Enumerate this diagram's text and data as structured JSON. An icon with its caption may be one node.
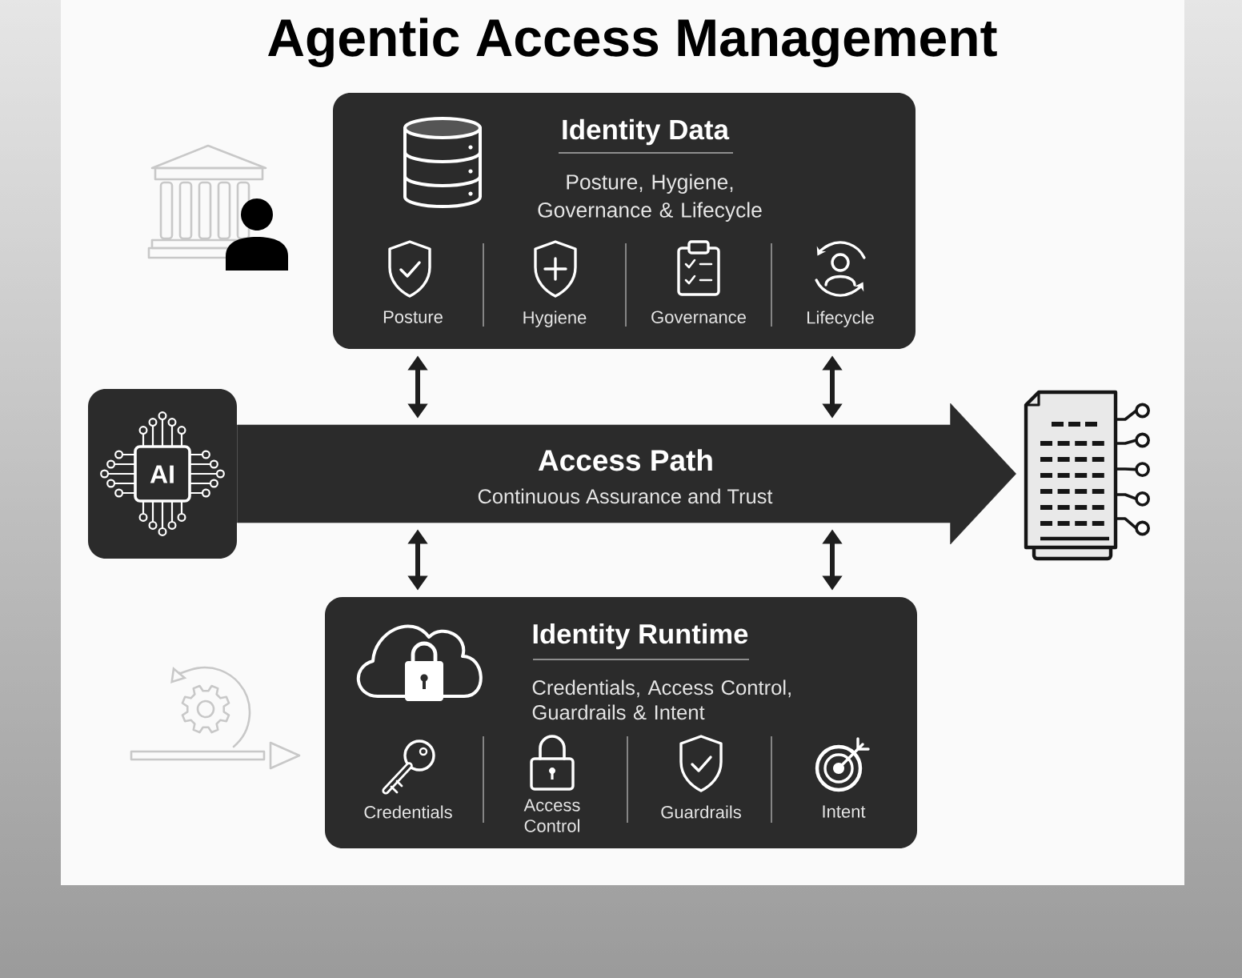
{
  "diagram": {
    "title": "Agentic Access Management",
    "nodes": [
      {
        "text": [
          "Identity Data",
          "Posture, Hygiene, Governance & Lifecycle"
        ]
      },
      {
        "text": [
          "AI"
        ]
      },
      {
        "text": [
          "Access Path",
          "Continuous Assurance and Trust"
        ]
      },
      {
        "text": [],
        "shape": "picture"
      },
      {
        "text": [
          "Identity Runtime",
          "Credentials, Access Control, Guardrails & Intent"
        ]
      }
    ],
    "edges": [
      {
        "from": 0,
        "to": 2,
        "arrow": "both"
      },
      {
        "from": 0,
        "to": 2,
        "arrow": "both"
      },
      {
        "from": 1,
        "to": 3,
        "arrow": "to",
        "style": "thick"
      },
      {
        "from": 2,
        "to": 4,
        "arrow": "both"
      },
      {
        "from": 2,
        "to": 4,
        "arrow": "both"
      }
    ],
    "labels": [
      "Posture",
      "Hygiene",
      "Governance",
      "Lifecycle",
      "Credentials",
      "Access Control",
      "Guardrails",
      "Intent"
    ]
  }
}
